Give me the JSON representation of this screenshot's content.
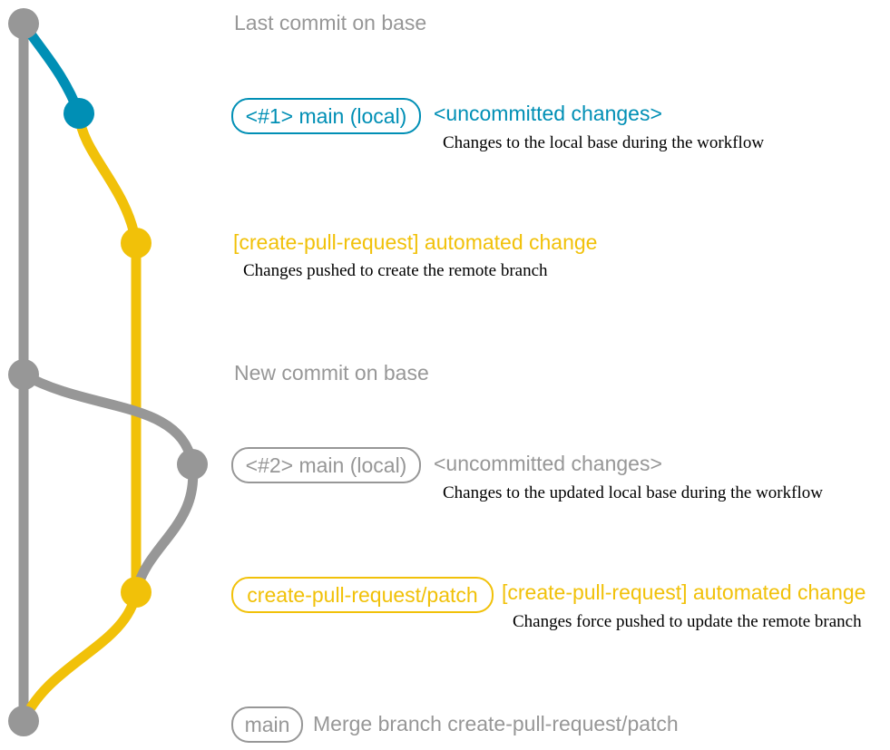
{
  "colors": {
    "gray": "#979797",
    "blue": "#008fb5",
    "yellow": "#f1c109",
    "note": "#000000",
    "background": "#ffffff"
  },
  "graph": {
    "branches": [
      {
        "name": "base-branch",
        "color": "gray"
      },
      {
        "name": "local-main-uncommitted-changes",
        "color": "blue"
      },
      {
        "name": "create-pull-request-patch",
        "color": "yellow"
      }
    ],
    "commits": [
      {
        "name": "last-commit-on-base",
        "color": "gray"
      },
      {
        "name": "uncommitted-changes-1",
        "color": "blue"
      },
      {
        "name": "automated-change-1",
        "color": "yellow"
      },
      {
        "name": "new-commit-on-base",
        "color": "gray"
      },
      {
        "name": "uncommitted-changes-2",
        "color": "gray"
      },
      {
        "name": "automated-change-2",
        "color": "yellow"
      },
      {
        "name": "merge-commit",
        "color": "gray"
      }
    ]
  },
  "rows": {
    "last_commit": {
      "message": "Last commit on base"
    },
    "uncommitted_1": {
      "badge": "<#1> main (local)",
      "message": "<uncommitted changes>",
      "note": "Changes to the local base during the workflow"
    },
    "automated_1": {
      "message": "[create-pull-request] automated change",
      "note": "Changes pushed to create the remote branch"
    },
    "new_commit": {
      "message": "New commit on base"
    },
    "uncommitted_2": {
      "badge": "<#2> main (local)",
      "message": "<uncommitted changes>",
      "note": "Changes to the updated local base during the workflow"
    },
    "automated_2": {
      "badge": "create-pull-request/patch",
      "message": "[create-pull-request] automated change",
      "note": "Changes force pushed to update the remote branch"
    },
    "merge": {
      "badge": "main",
      "message": "Merge branch create-pull-request/patch"
    }
  }
}
